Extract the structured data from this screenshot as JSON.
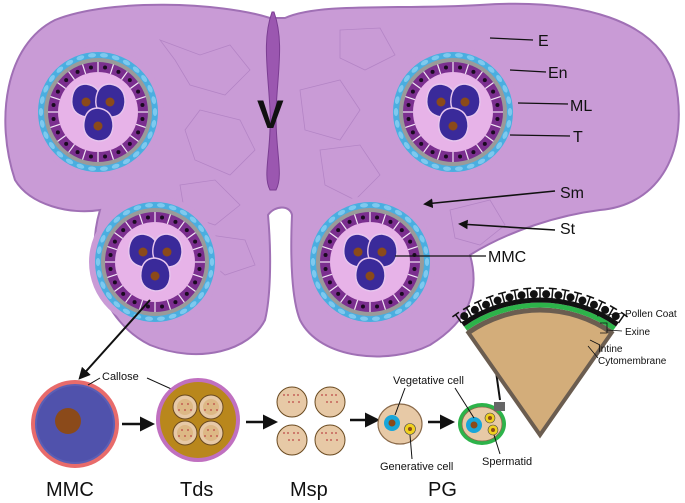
{
  "labels": {
    "vascular": "V",
    "epidermis": "E",
    "endothecium": "En",
    "middle_layer": "ML",
    "tapetum": "T",
    "septum": "Sm",
    "stomium": "St",
    "mmc_inner": "MMC",
    "callose": "Callose",
    "vegetative_cell": "Vegetative cell",
    "generative_cell": "Generative cell",
    "spermatid": "Spermatid",
    "pollen_coat": "Pollen Coat",
    "exine": "Exine",
    "intine": "Intine",
    "cytomembrane": "Cytomembrane"
  },
  "stages": [
    "MMC",
    "Tds",
    "Msp",
    "PG"
  ],
  "colors": {
    "anther": "#c99bd6",
    "anther_outline": "#a070b5",
    "endothecium": "#4aaee0",
    "middle_layer": "#9a9a9a",
    "tapetum": "#7b2f8f",
    "locule": "#e7b3e8",
    "meiocyte": "#3a2a9a",
    "nucleus": "#8b4a1a",
    "callose": "#e86b6b",
    "tds_wall": "#c070c0",
    "tds_fill": "#b9871c",
    "spore": "#e7c9a6",
    "pollen_wall": "#2db34a",
    "veg_nucleus": "#18a6d9",
    "gen_nucleus": "#f0d020",
    "wedge": "#d3ad7a"
  }
}
